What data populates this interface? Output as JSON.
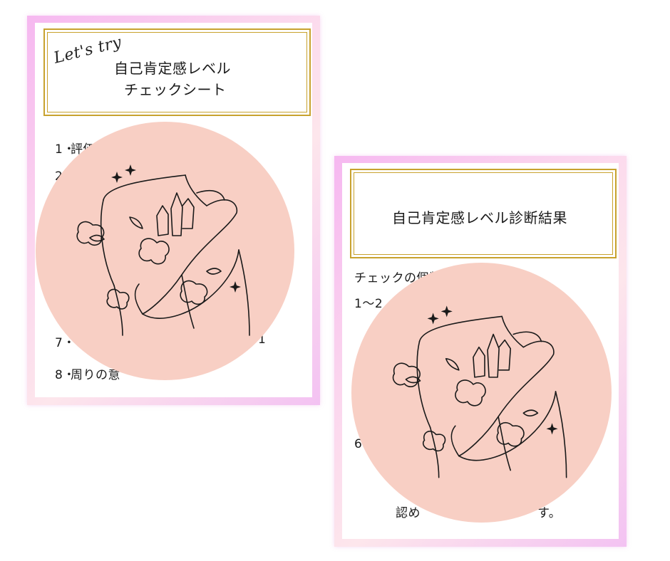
{
  "left_sheet": {
    "script_tag": "Let's try",
    "title_line1": "自己肯定感レベル",
    "title_line2": "チェックシート",
    "items": [
      {
        "number": "1・",
        "text": "評価"
      },
      {
        "number": "2",
        "text": ""
      },
      {
        "number": "7・",
        "text": ""
      },
      {
        "number": "8・",
        "text": "周りの意"
      }
    ],
    "partial_right_glyph": "1"
  },
  "right_sheet": {
    "title": "自己肯定感レベル診断結果",
    "lines": [
      {
        "text": "チェックの個数"
      },
      {
        "text": "1～2"
      },
      {
        "text": "6"
      },
      {
        "text": "認め"
      }
    ],
    "tail_fragment": "す。"
  },
  "colors": {
    "frame_pink": "#f6b8f0",
    "gold_border": "#c8a22e",
    "circle_peach": "#f8cfc4",
    "line_art": "#1a1a1a"
  },
  "illustration": {
    "icon": "hugging-woman-with-flowers-and-crystals",
    "sparkles": "sparkle-icon"
  }
}
